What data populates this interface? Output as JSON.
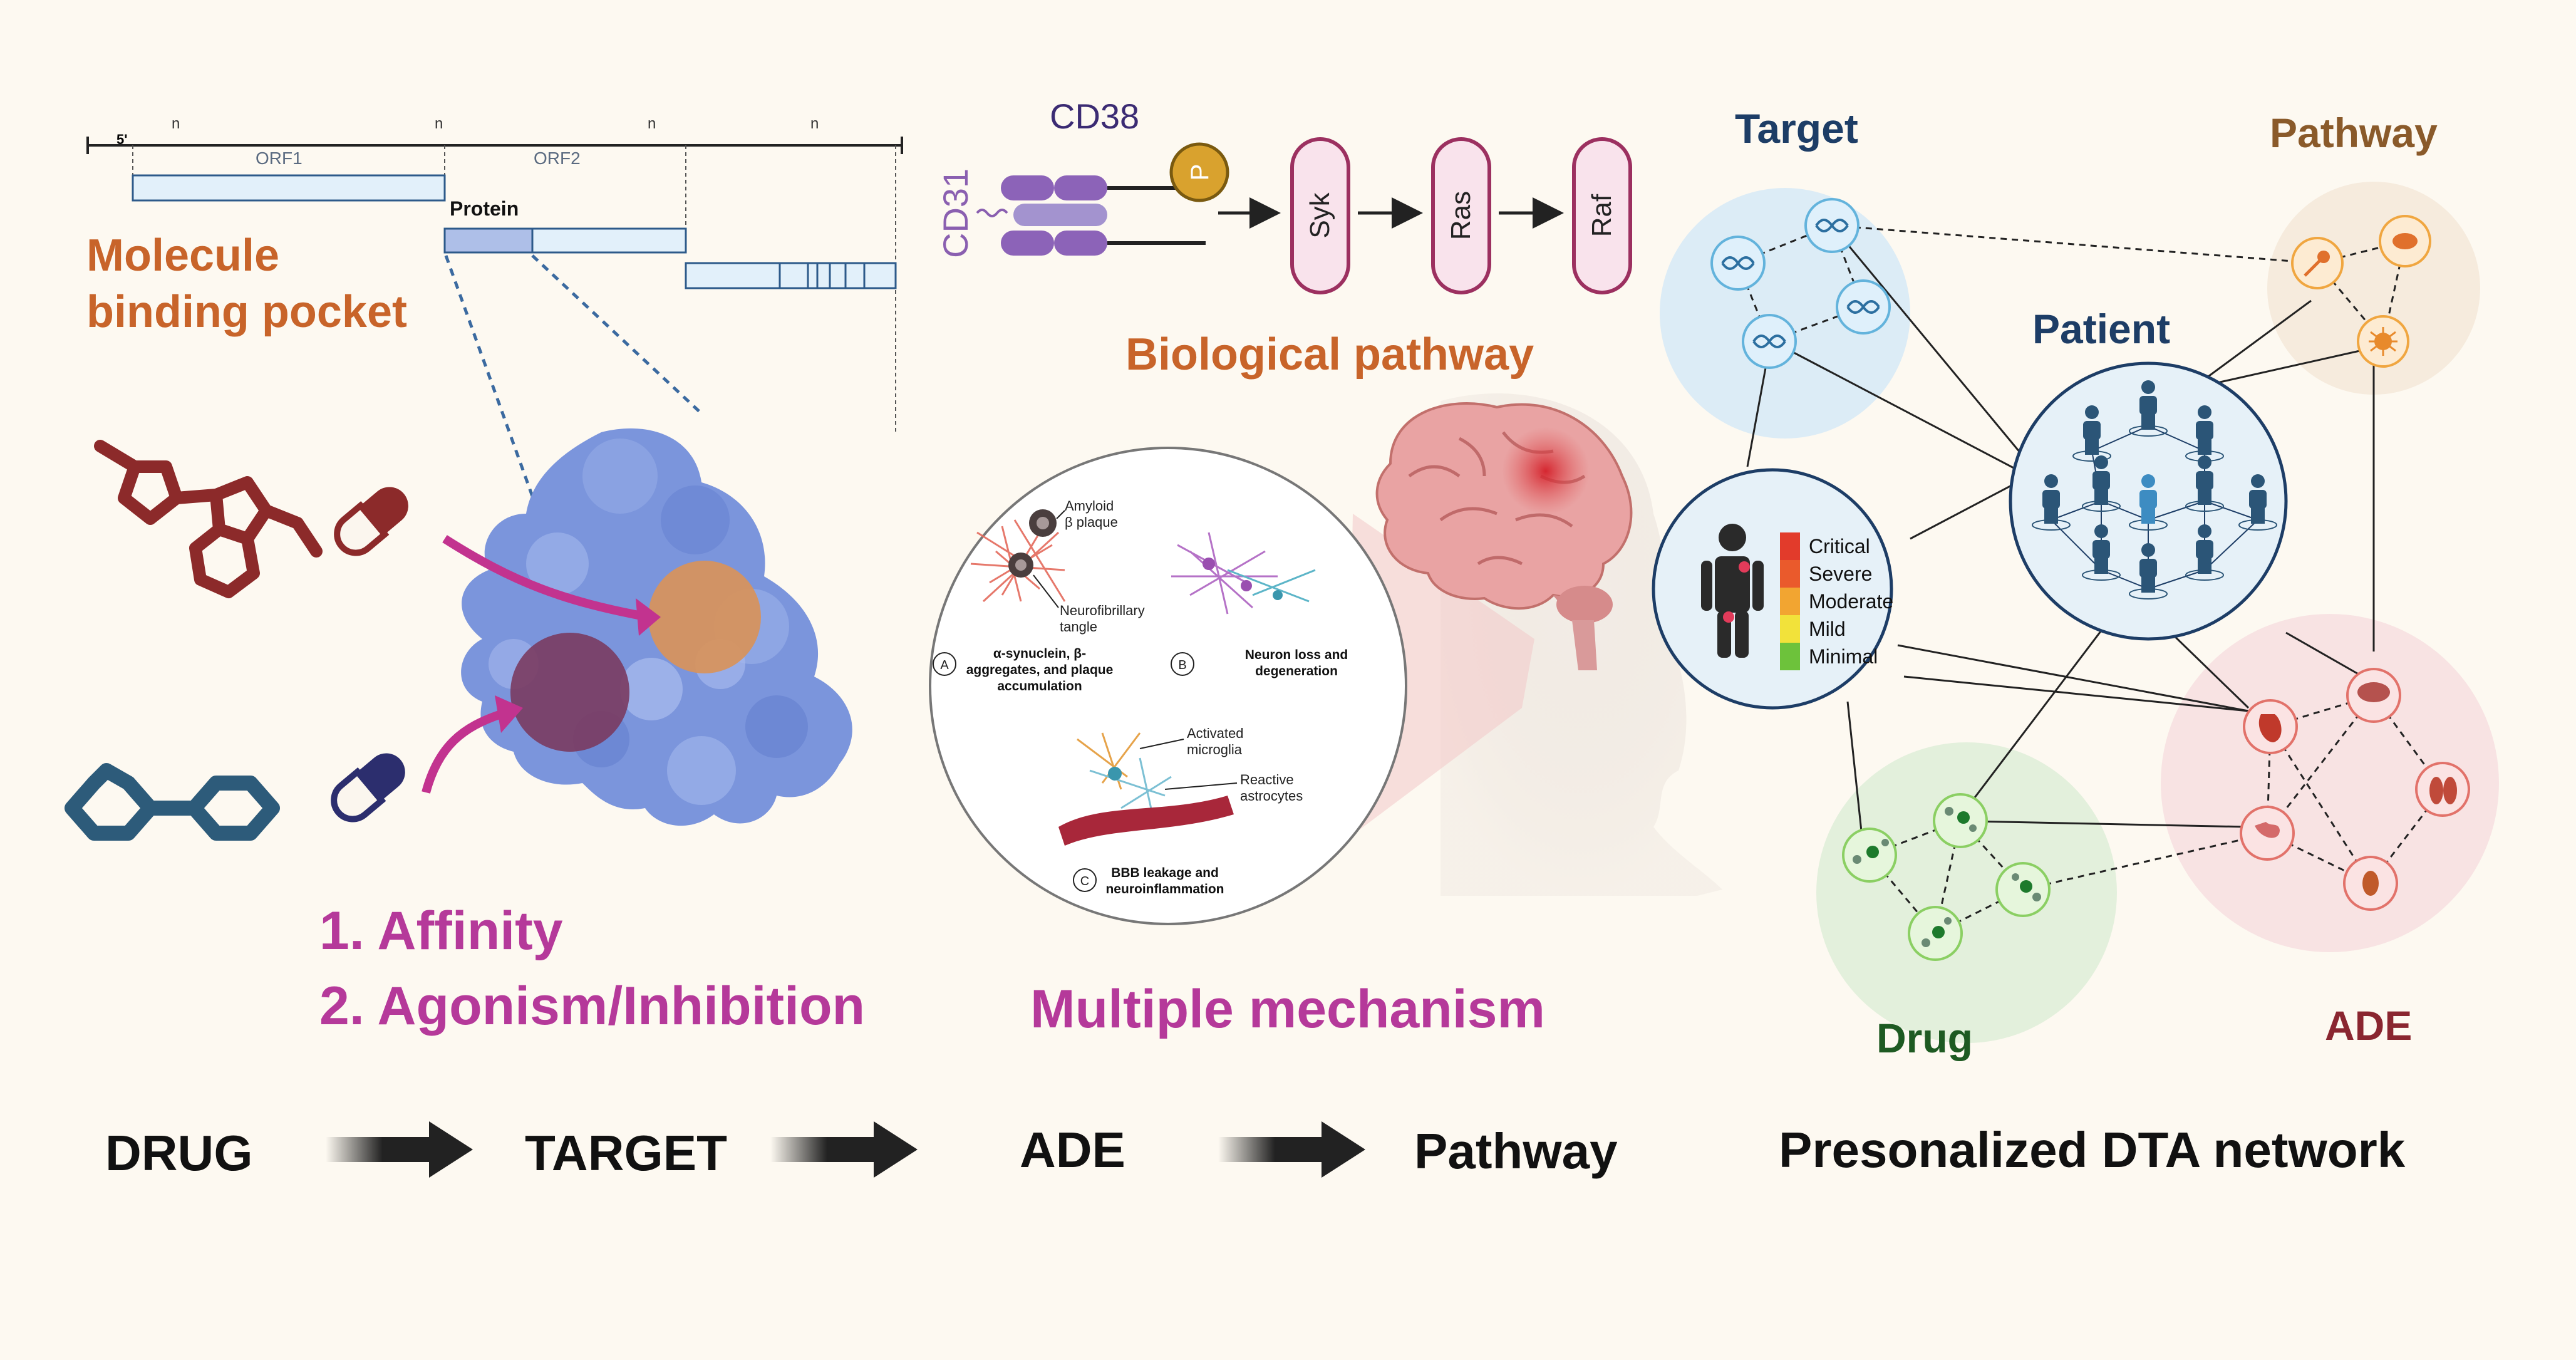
{
  "colors": {
    "background": "#fdf9f1",
    "orange_label": "#c8642a",
    "magenta_label": "#b5399a",
    "navy_label": "#1d3d66",
    "brown_label": "#8a5a2a",
    "green_label": "#1e5a22",
    "maroon_label": "#8a2630",
    "protein_blue": "#7b95dc",
    "orange_pocket": "#d8935a",
    "purple_pocket": "#7a3b60",
    "drug_red": "#8c2a2a",
    "drug_blue": "#2d5b7a",
    "pill_blue": "#2c2e6e",
    "arrow_black": "#222222",
    "pathway_pink": "#a33c6e",
    "cd_purple": "#8a5fb0"
  },
  "sequence": {
    "five_prime": "5'",
    "n_marks": [
      "n",
      "n",
      "n",
      "n"
    ],
    "orf1": "ORF1",
    "orf2": "ORF2",
    "protein": "Protein"
  },
  "left": {
    "pocket_title_line1": "Molecule",
    "pocket_title_line2": "binding pocket",
    "effect_1": "1. Affinity",
    "effect_2": "2. Agonism/Inhibition"
  },
  "signaling": {
    "cd38": "CD38",
    "cd31": "CD31",
    "phospho": "P",
    "kinases": [
      "Syk",
      "Ras",
      "Raf"
    ],
    "title": "Biological pathway"
  },
  "mechanisms": {
    "amyloid": "Amyloid\nβ plaque",
    "tangle": "Neurofibrillary\ntangle",
    "panel_a_letter": "A",
    "panel_a": "α-synuclein, β-\naggregates, and plaque\naccumulation",
    "panel_b_letter": "B",
    "panel_b": "Neuron loss and\ndegeneration",
    "microglia": "Activated\nmicroglia",
    "astrocytes": "Reactive\nastrocytes",
    "panel_c_letter": "C",
    "panel_c": "BBB leakage and\nneuroinflammation",
    "title": "Multiple mechanism"
  },
  "network": {
    "target": "Target",
    "pathway": "Pathway",
    "patient": "Patient",
    "drug": "Drug",
    "ade": "ADE",
    "severity": [
      {
        "label": "Critical",
        "color": "#e23b2b"
      },
      {
        "label": "Severe",
        "color": "#ea5a2c"
      },
      {
        "label": "Moderate",
        "color": "#f2a531"
      },
      {
        "label": "Mild",
        "color": "#f2e23a"
      },
      {
        "label": "Minimal",
        "color": "#6dc23b"
      }
    ]
  },
  "flow": {
    "steps": [
      "DRUG",
      "TARGET",
      "ADE",
      "Pathway"
    ],
    "network_label": "Presonalized DTA network"
  }
}
